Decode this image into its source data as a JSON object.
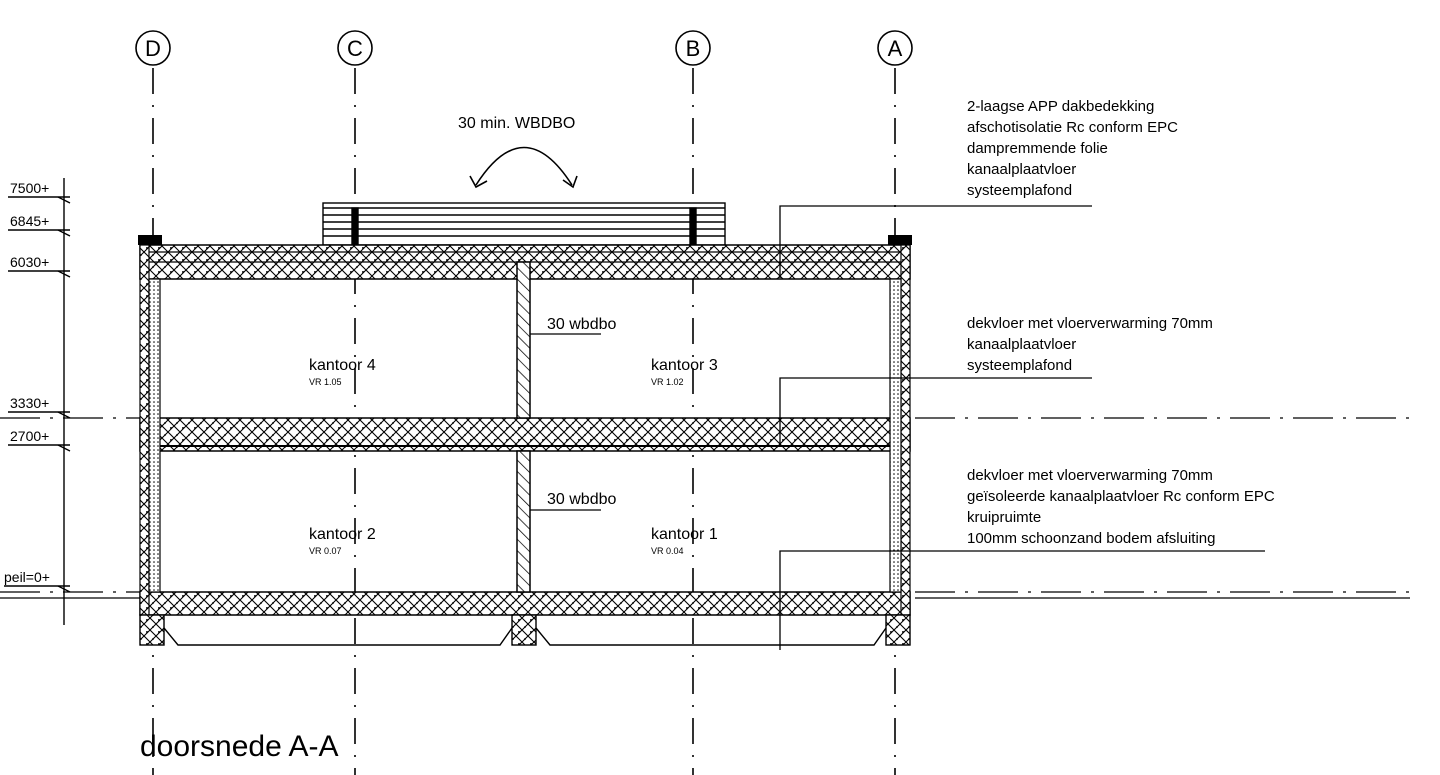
{
  "title": "doorsnede A-A",
  "grid_lines": [
    "D",
    "C",
    "B",
    "A"
  ],
  "levels": [
    "7500+",
    "6845+",
    "6030+",
    "3330+",
    "2700+",
    "peil=0+"
  ],
  "fire_separation": {
    "roof_label": "30 min. WBDBO",
    "wall_upper_label": "30 wbdbo",
    "wall_lower_label": "30 wbdbo"
  },
  "rooms": [
    {
      "name": "kantoor 4",
      "code": "VR 1.05"
    },
    {
      "name": "kantoor 3",
      "code": "VR 1.02"
    },
    {
      "name": "kantoor 2",
      "code": "VR 0.07"
    },
    {
      "name": "kantoor 1",
      "code": "VR 0.04"
    }
  ],
  "annotations": {
    "roof": [
      "2-laagse APP dakbedekking",
      "afschotisolatie Rc conform EPC",
      "dampremmende folie",
      "kanaalplaatvloer",
      "systeemplafond"
    ],
    "first_floor": [
      "dekvloer met vloerverwarming 70mm",
      "kanaalplaatvloer",
      "systeemplafond"
    ],
    "ground_floor": [
      "dekvloer met vloerverwarming 70mm",
      "geïsoleerde kanaalplaatvloer Rc conform EPC",
      "kruipruimte",
      "100mm schoonzand bodem afsluiting"
    ]
  }
}
